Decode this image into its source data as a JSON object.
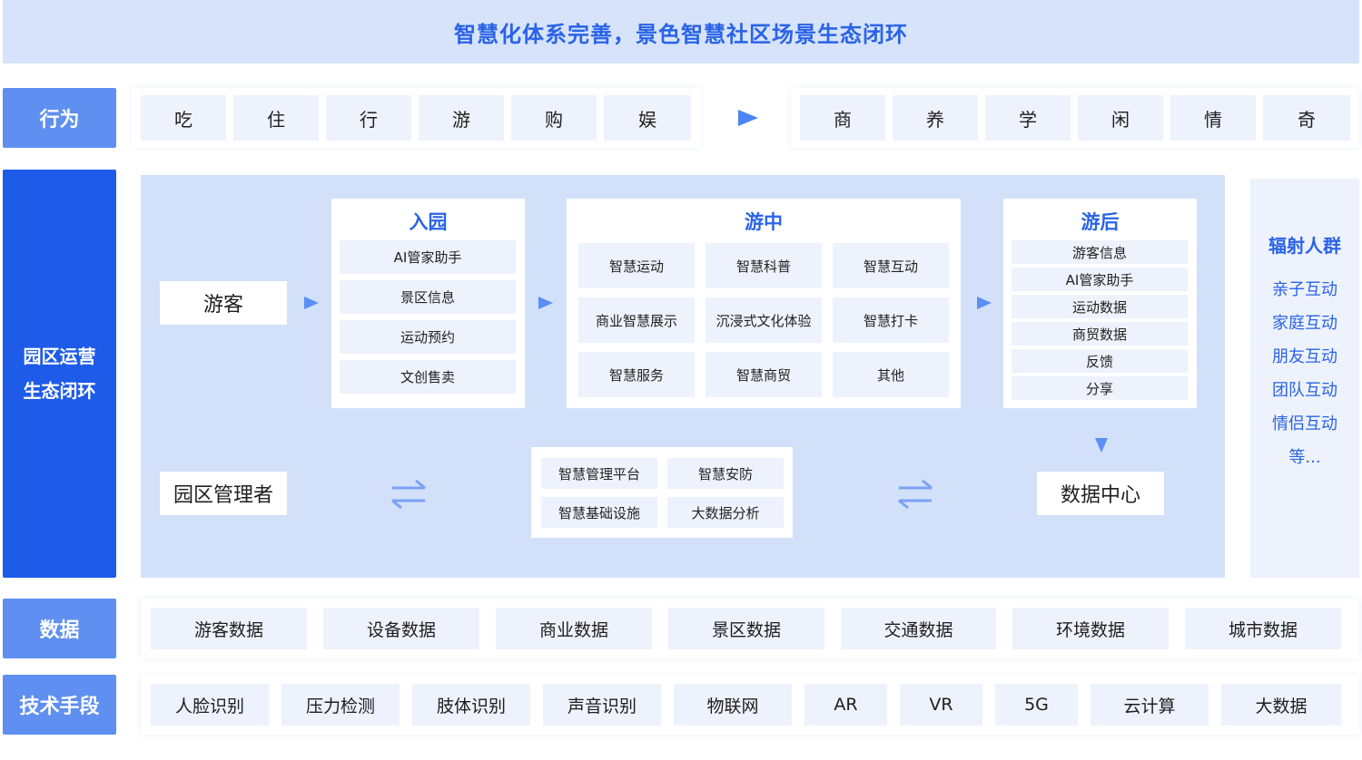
{
  "banner": {
    "title": "智慧化体系完善，景色智慧社区场景生态闭环"
  },
  "side": {
    "behavior": "行为",
    "ops_line1": "园区运营",
    "ops_line2": "生态闭环",
    "data": "数据",
    "tech": "技术手段"
  },
  "behavior": {
    "basic": [
      "吃",
      "住",
      "行",
      "游",
      "购",
      "娱"
    ],
    "advanced": [
      "商",
      "养",
      "学",
      "闲",
      "情",
      "奇"
    ]
  },
  "actors": {
    "visitor": "游客",
    "manager": "园区管理者",
    "data_center": "数据中心"
  },
  "entry": {
    "title": "入园",
    "items": [
      "AI管家助手",
      "景区信息",
      "运动预约",
      "文创售卖"
    ]
  },
  "during": {
    "title": "游中",
    "items": [
      "智慧运动",
      "智慧科普",
      "智慧互动",
      "商业智慧展示",
      "沉浸式文化体验",
      "智慧打卡",
      "智慧服务",
      "智慧商贸",
      "其他"
    ]
  },
  "after": {
    "title": "游后",
    "items": [
      "游客信息",
      "AI管家助手",
      "运动数据",
      "商贸数据",
      "反馈",
      "分享"
    ]
  },
  "platform": {
    "items": [
      "智慧管理平台",
      "智慧安防",
      "智慧基础设施",
      "大数据分析"
    ]
  },
  "radiation": {
    "title": "辐射人群",
    "items": [
      "亲子互动",
      "家庭互动",
      "朋友互动",
      "团队互动",
      "情侣互动",
      "等..."
    ]
  },
  "data_row": [
    "游客数据",
    "设备数据",
    "商业数据",
    "景区数据",
    "交通数据",
    "环境数据",
    "城市数据"
  ],
  "tech_row": [
    "人脸识别",
    "压力检测",
    "肢体识别",
    "声音识别",
    "物联网",
    "AR",
    "VR",
    "5G",
    "云计算",
    "大数据"
  ],
  "colors": {
    "accent": "#2a63e6",
    "side": "#5f8ff0",
    "side_dark": "#1d5be8",
    "panel": "#d3e0fa",
    "cell": "#edf2fc"
  }
}
